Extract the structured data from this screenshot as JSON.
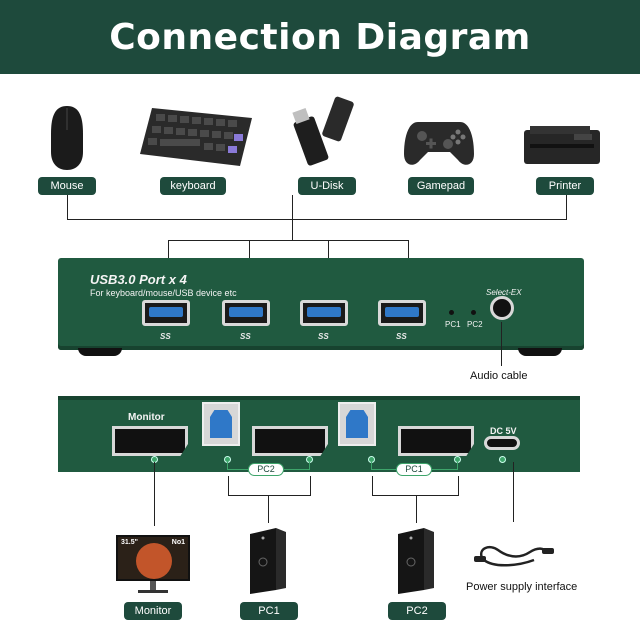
{
  "title": "Connection Diagram",
  "peripherals": [
    {
      "label": "Mouse",
      "icon": "mouse-icon"
    },
    {
      "label": "keyboard",
      "icon": "keyboard-icon"
    },
    {
      "label": "U-Disk",
      "icon": "usb-drive-icon"
    },
    {
      "label": "Gamepad",
      "icon": "gamepad-icon"
    },
    {
      "label": "Printer",
      "icon": "printer-icon"
    }
  ],
  "front_panel": {
    "title": "USB3.0 Port x 4",
    "subtitle": "For keyboard/mouse/USB device etc",
    "port_mark": "SS",
    "leds": [
      "PC1",
      "PC2"
    ],
    "select_label": "Select-EX",
    "audio_label": "Audio cable"
  },
  "back_panel": {
    "monitor_label": "Monitor",
    "dc_label": "DC 5V",
    "group_labels": [
      "PC2",
      "PC1"
    ]
  },
  "bottom_devices": [
    {
      "label": "Monitor",
      "icon": "monitor-icon",
      "screen_text": "31.5\"",
      "screen_text2": "No1"
    },
    {
      "label": "PC1",
      "icon": "pc-tower-icon"
    },
    {
      "label": "PC2",
      "icon": "pc-tower-icon"
    },
    {
      "label": "Power supply interface",
      "icon": "usb-c-cable-icon"
    }
  ],
  "colors": {
    "brand": "#1e4a3c",
    "panel": "#205a40",
    "port_blue": "#2f78c8"
  }
}
